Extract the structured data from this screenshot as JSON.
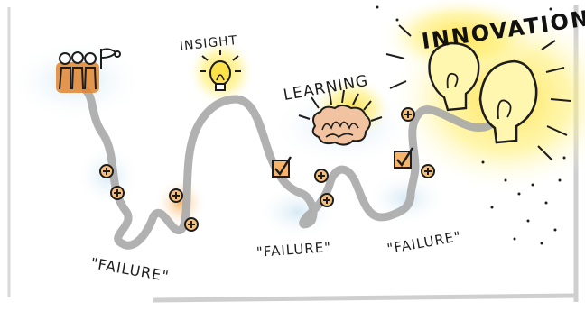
{
  "labels": {
    "insight": "INSIGHT",
    "learning": "LEARNING",
    "innovation": "INNOVATION",
    "failure_1": "\"FAILURE\"",
    "failure_2": "\"FAILURE\"",
    "failure_3": "\"FAILURE\""
  },
  "colors": {
    "path": "#a9a9a9",
    "highlight_yellow": "#ffe96a",
    "highlight_orange": "#f4a64a",
    "wash_blue": "#cfe6f3",
    "ink": "#1d1d1d"
  },
  "icons": [
    "team-icon",
    "flag-icon",
    "lightbulb-icon",
    "brain-icon",
    "checkbox-icon",
    "plus-circle-icon",
    "big-lightbulb-icon"
  ]
}
